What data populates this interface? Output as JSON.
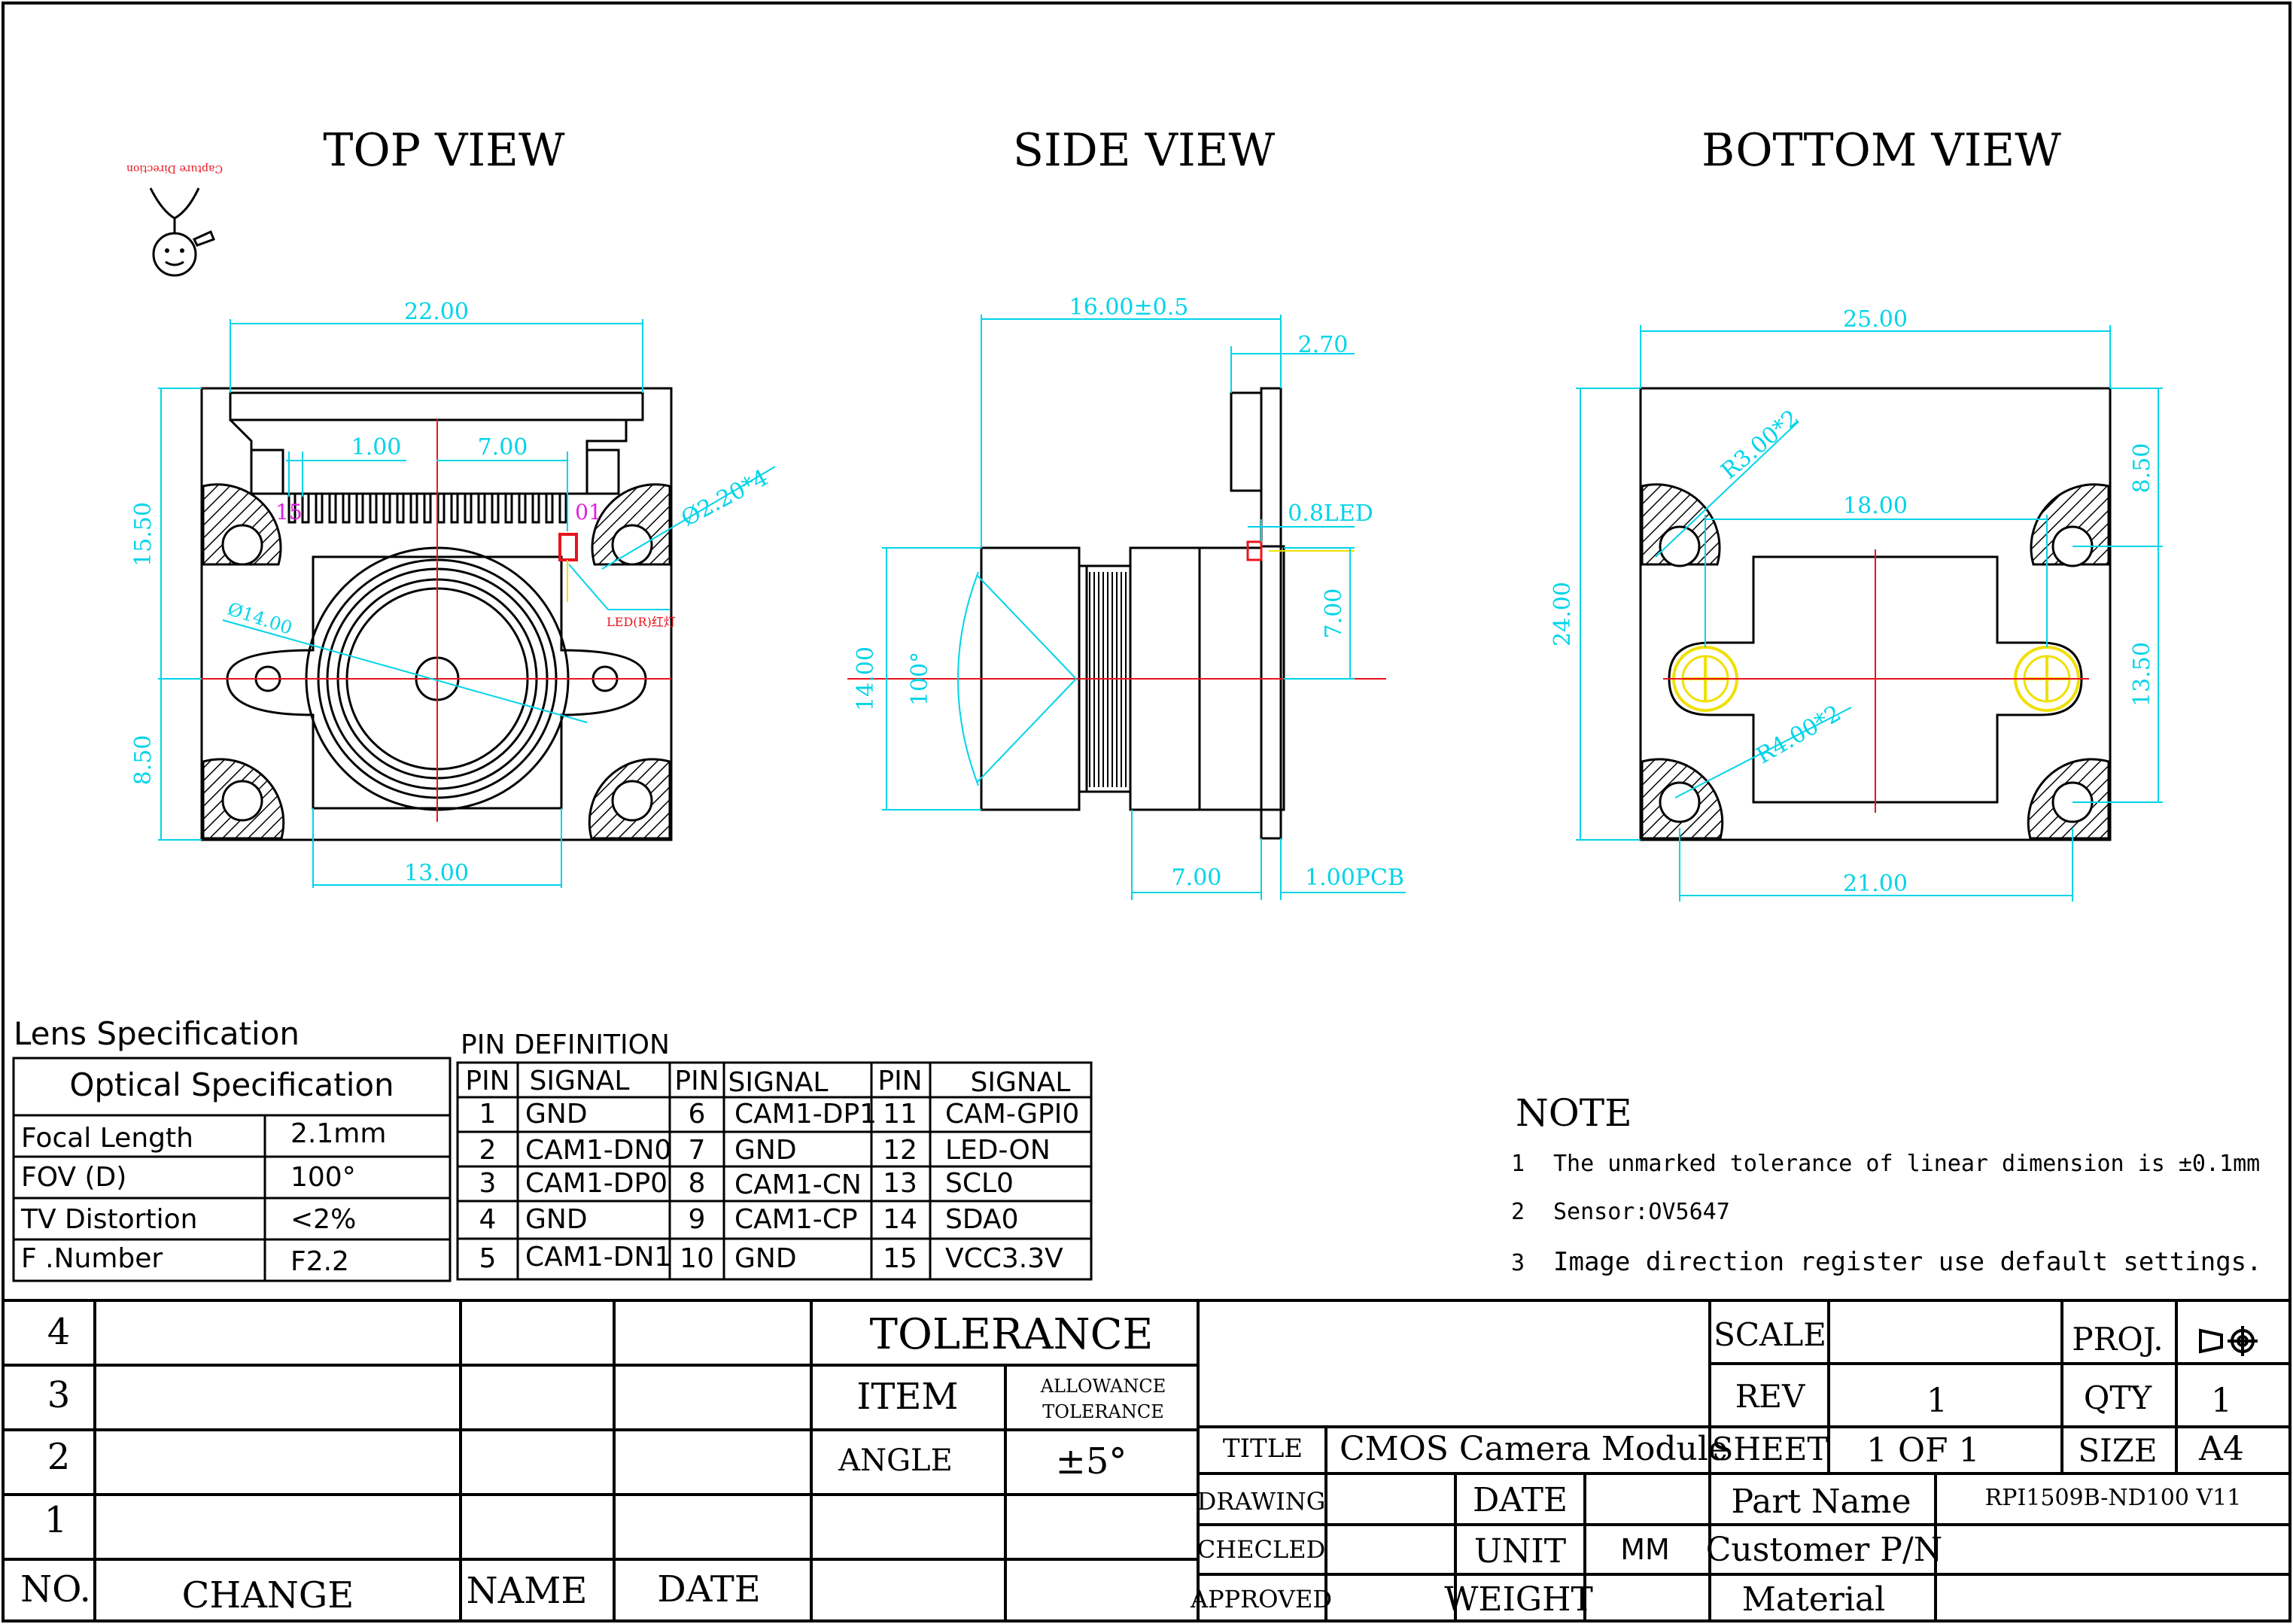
{
  "views": {
    "top": "TOP VIEW",
    "side": "SIDE VIEW",
    "bottom": "BOTTOM VIEW"
  },
  "capture_direction": "Capture Direction",
  "colors": {
    "line": "#000000",
    "dim": "#00d4e8",
    "center": "#e8141c",
    "led": "#e8141c",
    "screw": "#f0e000",
    "pin_mark": "#e020e0"
  },
  "top_dims": {
    "width": "22.00",
    "pitch": "1.00",
    "span": "7.00",
    "hole_dia": "Ø2.20*4",
    "lens_dia": "Ø14.00",
    "height_upper": "15.50",
    "height_lower": "8.50",
    "base_width": "13.00",
    "pin_left": "15",
    "pin_right": "01",
    "led_label": "LED(R)红灯"
  },
  "side_dims": {
    "depth": "16.00±0.5",
    "connector": "2.70",
    "led": "0.8LED",
    "lens_height": "14.00",
    "angle": "100°",
    "offset": "7.00",
    "barrel": "7.00",
    "pcb": "1.00PCB"
  },
  "bottom_dims": {
    "width": "25.00",
    "corner_r": "R3.00*2",
    "hole_span": "18.00",
    "height": "24.00",
    "r_right_top": "8.50",
    "r_right_bottom": "13.50",
    "slot_r": "R4.00*2",
    "bottom_span": "21.00"
  },
  "lens_spec": {
    "title": "Lens Specification",
    "header": "Optical Specification",
    "rows": [
      [
        "Focal Length",
        "2.1mm"
      ],
      [
        "FOV (D)",
        "100°"
      ],
      [
        "TV Distortion",
        "<2%"
      ],
      [
        "F .Number",
        "F2.2"
      ]
    ]
  },
  "pin_def": {
    "title": "PIN DEFINITION",
    "headers": [
      "PIN",
      "SIGNAL",
      "PIN",
      "SIGNAL",
      "PIN",
      "SIGNAL"
    ],
    "rows": [
      [
        "1",
        "GND",
        "6",
        "CAM1-DP1",
        "11",
        "CAM-GPI0"
      ],
      [
        "2",
        "CAM1-DN0",
        "7",
        "GND",
        "12",
        "LED-ON"
      ],
      [
        "3",
        "CAM1-DP0",
        "8",
        "CAM1-CN",
        "13",
        "SCL0"
      ],
      [
        "4",
        "GND",
        "9",
        "CAM1-CP",
        "14",
        "SDA0"
      ],
      [
        "5",
        "CAM1-DN1",
        "10",
        "GND",
        "15",
        "VCC3.3V"
      ]
    ]
  },
  "notes": {
    "title": "NOTE",
    "items": [
      [
        "1",
        "The unmarked tolerance of linear dimension is ±0.1mm"
      ],
      [
        "2",
        "Sensor:OV5647"
      ],
      [
        "3",
        "Image direction register use default settings."
      ]
    ]
  },
  "title_block": {
    "revisions": [
      "4",
      "3",
      "2",
      "1"
    ],
    "rev_header": {
      "no": "NO.",
      "change": "CHANGE",
      "name": "NAME",
      "date": "DATE"
    },
    "tolerance": "TOLERANCE",
    "item": "ITEM",
    "allowance_1": "ALLOWANCE",
    "allowance_2": "TOLERANCE",
    "angle": "ANGLE",
    "angle_value": "±5°",
    "title_label": "TITLE",
    "title_value": "CMOS  Camera Module",
    "drawing": "DRAWING",
    "checked": "CHECLED",
    "approved": "APPROVED",
    "date": "DATE",
    "unit": "UNIT",
    "unit_value": "MM",
    "weight": "WEIGHT",
    "scale": "SCALE",
    "rev": "REV",
    "rev_value": "1",
    "sheet": "SHEET",
    "sheet_value": "1  OF   1",
    "proj": "PROJ.",
    "qty": "QTY",
    "qty_value": "1",
    "size": "SIZE",
    "size_value": "A4",
    "part_name": "Part Name",
    "part_value": "RPI1509B-ND100 V11",
    "customer_pn": "Customer P/N",
    "material": "Material"
  }
}
